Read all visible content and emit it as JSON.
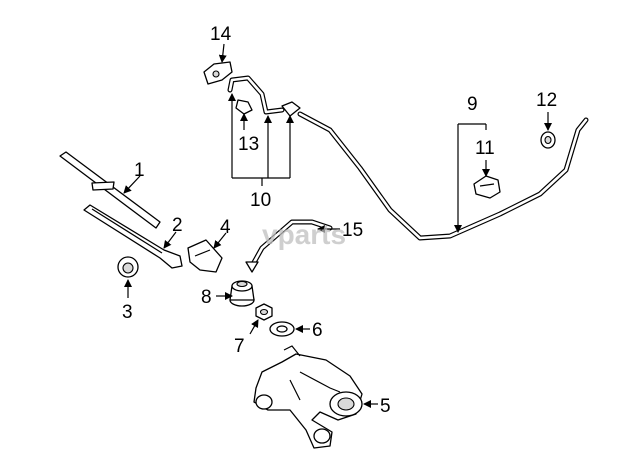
{
  "watermark": "vparts",
  "callouts": {
    "c1": "1",
    "c2": "2",
    "c3": "3",
    "c4": "4",
    "c5": "5",
    "c6": "6",
    "c7": "7",
    "c8": "8",
    "c9": "9",
    "c10": "10",
    "c11": "11",
    "c12": "12",
    "c13": "13",
    "c14": "14",
    "c15": "15"
  }
}
